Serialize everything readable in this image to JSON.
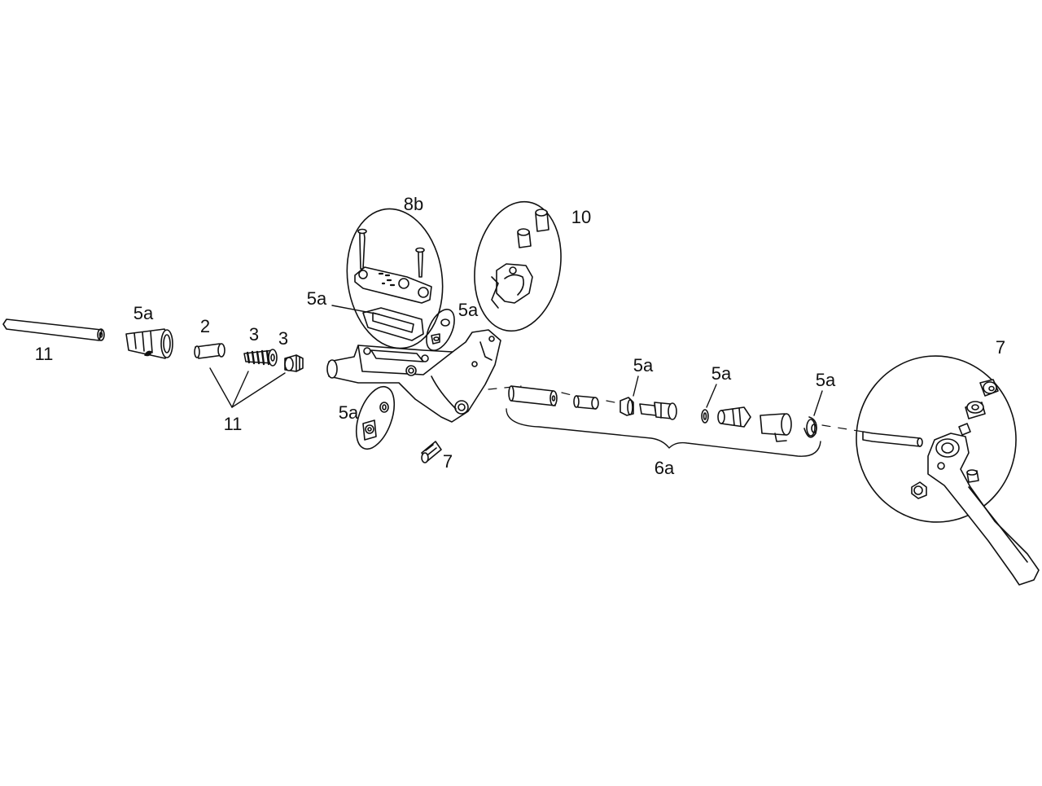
{
  "diagram": {
    "line_color": "#111111",
    "part_fill": "#ffffff",
    "callouts": {
      "label_11_left": "11",
      "label_5a_sleeve": "5a",
      "label_2": "2",
      "label_3_spring": "3",
      "label_3_nut": "3",
      "label_11_group": "11",
      "label_8b": "8b",
      "label_10": "10",
      "label_5a_diaphragm": "5a",
      "label_5a_oring": "5a",
      "label_5a_bleed": "5a",
      "label_7_pin": "7",
      "label_5a_cup": "5a",
      "label_5a_seal": "5a",
      "label_5a_clip": "5a",
      "label_6a": "6a",
      "label_7_lever": "7"
    }
  }
}
